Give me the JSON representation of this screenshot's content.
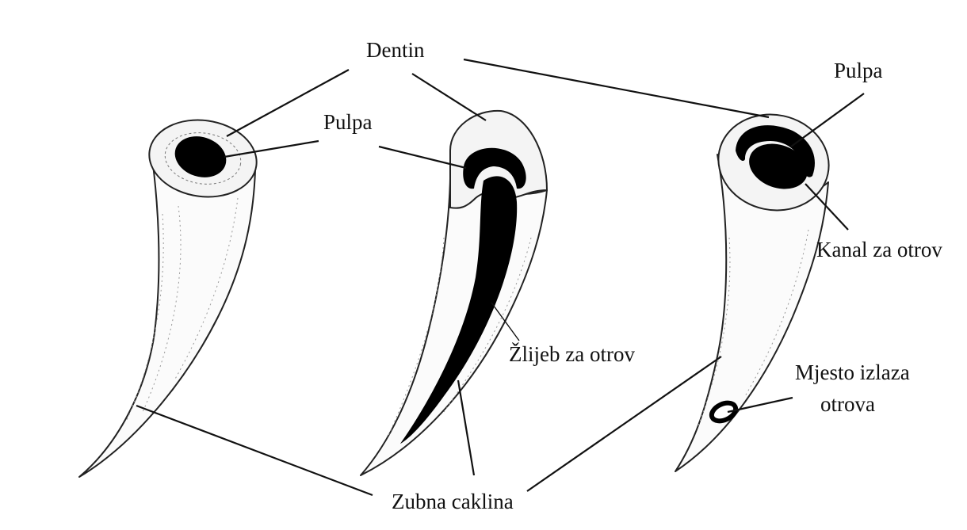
{
  "labels": {
    "dentin": "Dentin",
    "pulpa_left": "Pulpa",
    "pulpa_right": "Pulpa",
    "kanal": "Kanal za otrov",
    "zlijeb": "Žlijeb za otrov",
    "mjesto_line1": "Mjesto izlaza",
    "mjesto_line2": "otrova",
    "zubna": "Zubna caklina"
  }
}
